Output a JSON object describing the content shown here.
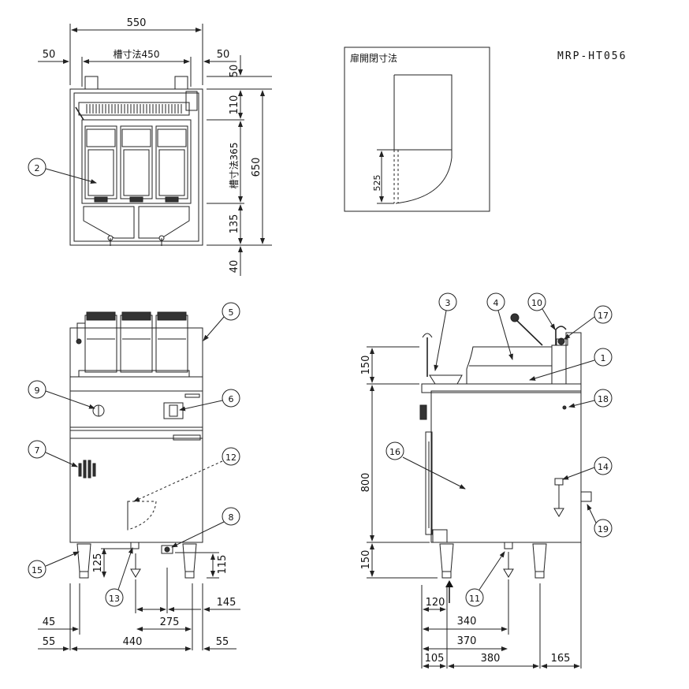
{
  "model": "MRP-HT056",
  "door_clearance_label": "扉開閉寸法",
  "door_clearance_dim": "525",
  "top_view": {
    "width_total": "550",
    "left_margin": "50",
    "right_margin": "50",
    "tank_width": "槽寸法450",
    "depth_total": "650",
    "back": "50",
    "d110": "110",
    "tank_depth": "槽寸法365",
    "d135": "135",
    "d40": "40"
  },
  "front_view": {
    "d125": "125",
    "d115": "115",
    "d45": "45",
    "d55_left": "55",
    "d440": "440",
    "d55_right": "55",
    "d275": "275",
    "d145": "145"
  },
  "side_view": {
    "d150_top": "150",
    "d800": "800",
    "d150_bottom": "150",
    "d120": "120",
    "d340": "340",
    "d370": "370",
    "d105": "105",
    "d380": "380",
    "d165": "165"
  },
  "callouts": [
    "1",
    "2",
    "3",
    "4",
    "5",
    "6",
    "7",
    "8",
    "9",
    "10",
    "11",
    "12",
    "13",
    "14",
    "15",
    "16",
    "17",
    "18",
    "19"
  ]
}
